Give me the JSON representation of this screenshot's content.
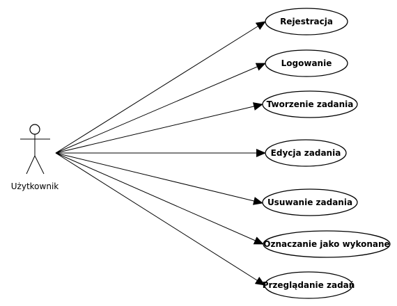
{
  "actor": {
    "name": "Użytkownik",
    "icon": "stick-figure-icon"
  },
  "use_cases": [
    {
      "id": "registration",
      "label": "Rejestracja"
    },
    {
      "id": "login",
      "label": "Logowanie"
    },
    {
      "id": "create-task",
      "label": "Tworzenie zadania"
    },
    {
      "id": "edit-task",
      "label": "Edycja zadania"
    },
    {
      "id": "delete-task",
      "label": "Usuwanie zadania"
    },
    {
      "id": "mark-done",
      "label": "Oznaczanie jako wykonane"
    },
    {
      "id": "browse-tasks",
      "label": "Przeglądanie zadań"
    }
  ],
  "colors": {
    "stroke": "#000000",
    "background": "#ffffff"
  }
}
